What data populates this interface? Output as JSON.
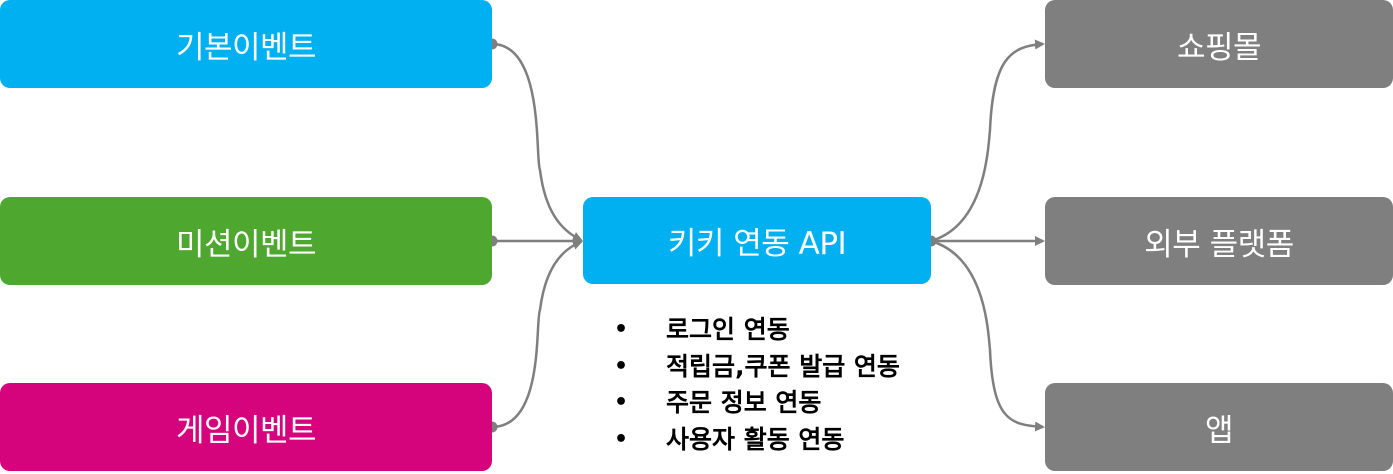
{
  "colors": {
    "basic_event": "#00b0f0",
    "mission_event": "#4ea72e",
    "game_event": "#d5037c",
    "api": "#00b0f0",
    "target": "#7f7f7f",
    "connector": "#7f7f7f",
    "text_on_box": "#ffffff",
    "feature_text": "#000000"
  },
  "sources": [
    {
      "id": "basic",
      "label": "기본이벤트"
    },
    {
      "id": "mission",
      "label": "미션이벤트"
    },
    {
      "id": "game",
      "label": "게임이벤트"
    }
  ],
  "hub": {
    "label": "키키 연동 API"
  },
  "targets": [
    {
      "id": "shop",
      "label": "쇼핑몰"
    },
    {
      "id": "ext",
      "label": "외부 플랫폼"
    },
    {
      "id": "app",
      "label": "앱"
    }
  ],
  "features": {
    "bullet": "•",
    "items": [
      "로그인 연동",
      "적립금,쿠폰 발급 연동",
      "주문 정보 연동",
      "사용자 활동 연동"
    ]
  },
  "edges": [
    {
      "from": "기본이벤트",
      "to": "키키 연동 API"
    },
    {
      "from": "미션이벤트",
      "to": "키키 연동 API"
    },
    {
      "from": "게임이벤트",
      "to": "키키 연동 API"
    },
    {
      "from": "키키 연동 API",
      "to": "쇼핑몰"
    },
    {
      "from": "키키 연동 API",
      "to": "외부 플랫폼"
    },
    {
      "from": "키키 연동 API",
      "to": "앱"
    }
  ]
}
